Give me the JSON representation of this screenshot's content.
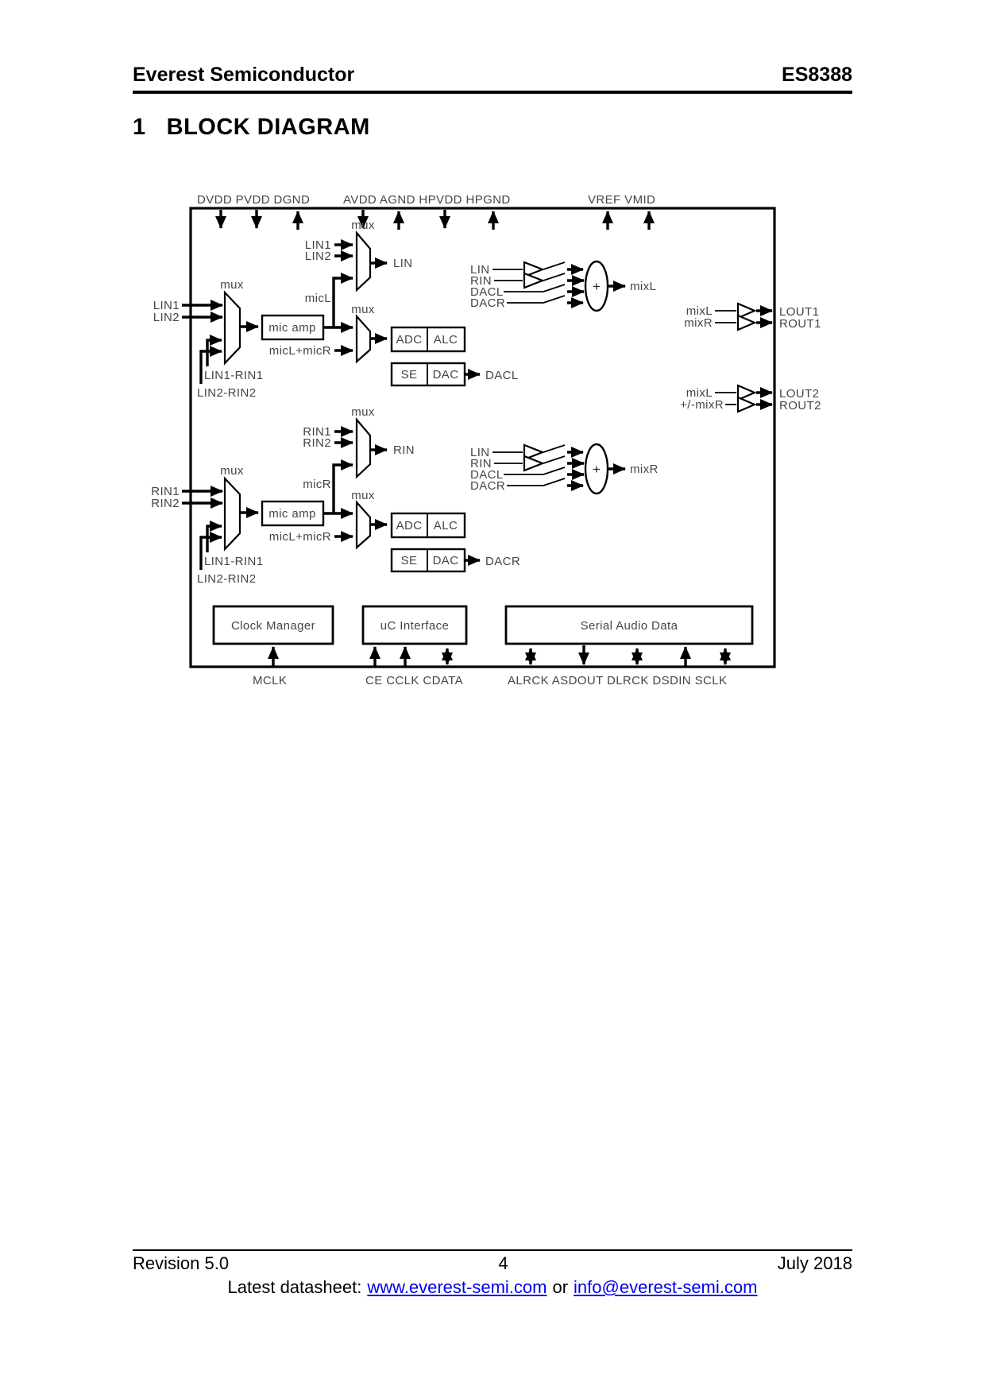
{
  "header": {
    "company": "Everest Semiconductor",
    "part": "ES8388"
  },
  "heading": {
    "number": "1",
    "title": "BLOCK DIAGRAM"
  },
  "colors": {
    "link": "#0000EE",
    "line": "#000000",
    "diagram_label": "#454545"
  },
  "diagram": {
    "power_pins_left": "DVDD PVDD DGND",
    "power_pins_mid": "AVDD AGND HPVDD HPGND",
    "power_pins_right": "VREF VMID",
    "pins": {
      "lin1": "LIN1",
      "lin2": "LIN2",
      "rin1": "RIN1",
      "rin2": "RIN2",
      "lout1": "LOUT1",
      "rout1": "ROUT1",
      "lout2": "LOUT2",
      "rout2": "ROUT2",
      "mclk": "MCLK",
      "uc_pins": "CE CCLK CDATA",
      "serial_pins": "ALRCK ASDOUT DLRCK DSDIN SCLK"
    },
    "blocks": {
      "mic_amp": "mic amp",
      "adc": "ADC",
      "alc": "ALC",
      "se": "SE",
      "dac": "DAC",
      "clock_manager": "Clock Manager",
      "uc_interface": "uC Interface",
      "serial_audio": "Serial Audio Data"
    },
    "signals": {
      "mux": "mux",
      "lin": "LIN",
      "rin": "RIN",
      "dacl": "DACL",
      "dacr": "DACR",
      "micl": "micL",
      "micr": "micR",
      "micl_micr": "micL+micR",
      "mixl": "mixL",
      "mixr": "mixR",
      "pm_mixr": "+/-mixR",
      "diff1": "LIN1-RIN1",
      "diff2": "LIN2-RIN2",
      "plus": "+"
    }
  },
  "footer": {
    "revision": "Revision 5.0",
    "page": "4",
    "date": "July 2018",
    "latest_prefix": "Latest datasheet:",
    "link_web": "www.everest-semi.com",
    "or_text": "or",
    "link_email": "info@everest-semi.com"
  }
}
